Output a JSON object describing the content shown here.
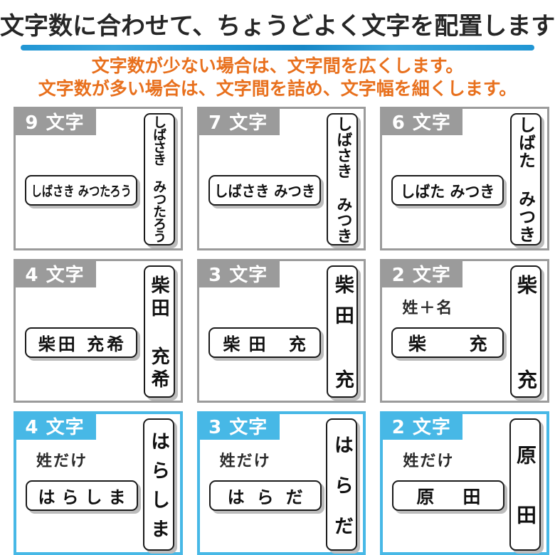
{
  "header": {
    "title": "文字数に合わせて、ちょうどよく文字を配置します",
    "subtitle_line1": "文字数が少ない場合は、文字間を広くします。",
    "subtitle_line2": "文字数が多い場合は、文字間を詰め、文字幅を細くします。"
  },
  "colors": {
    "gray_theme": "#9b9b9b",
    "blue_theme": "#47b8e6",
    "underline_blue": "#2196d4",
    "subtitle_orange": "#e8701d"
  },
  "cells": [
    {
      "count_label": "9 文字",
      "note": "",
      "name": "しばさき みつたろう",
      "theme": "gray"
    },
    {
      "count_label": "7 文字",
      "note": "",
      "name": "しばさき みつき",
      "theme": "gray"
    },
    {
      "count_label": "6 文字",
      "note": "",
      "name": "しばた みつき",
      "theme": "gray"
    },
    {
      "count_label": "4 文字",
      "note": "",
      "name": "柴田 充希",
      "theme": "gray"
    },
    {
      "count_label": "3 文字",
      "note": "",
      "name": "柴田 充",
      "theme": "gray"
    },
    {
      "count_label": "2 文字",
      "note": "姓＋名",
      "name": "柴 充",
      "theme": "gray"
    },
    {
      "count_label": "4 文字",
      "note": "姓だけ",
      "name": "はらしま",
      "theme": "blue"
    },
    {
      "count_label": "3 文字",
      "note": "姓だけ",
      "name": "はらだ",
      "theme": "blue"
    },
    {
      "count_label": "2 文字",
      "note": "姓だけ",
      "name": "原田",
      "theme": "blue"
    }
  ]
}
